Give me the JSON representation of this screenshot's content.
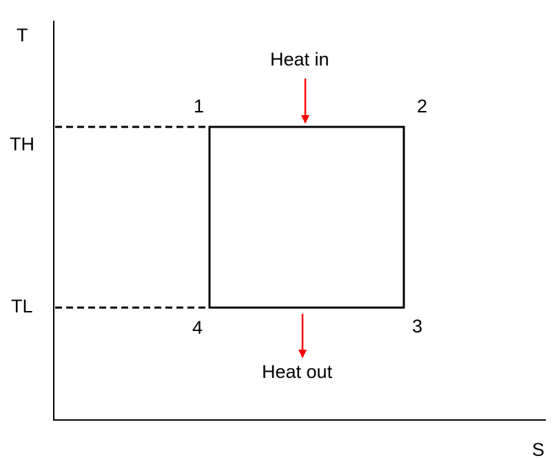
{
  "axes": {
    "y_label": "T",
    "x_label": "S"
  },
  "levels": {
    "high": "TH",
    "low": "TL"
  },
  "states": {
    "s1": "1",
    "s2": "2",
    "s3": "3",
    "s4": "4"
  },
  "heat": {
    "in_label": "Heat in",
    "out_label": "Heat out",
    "arrow_color": "#ff0000"
  },
  "colors": {
    "line": "#000000",
    "background": "#ffffff"
  }
}
